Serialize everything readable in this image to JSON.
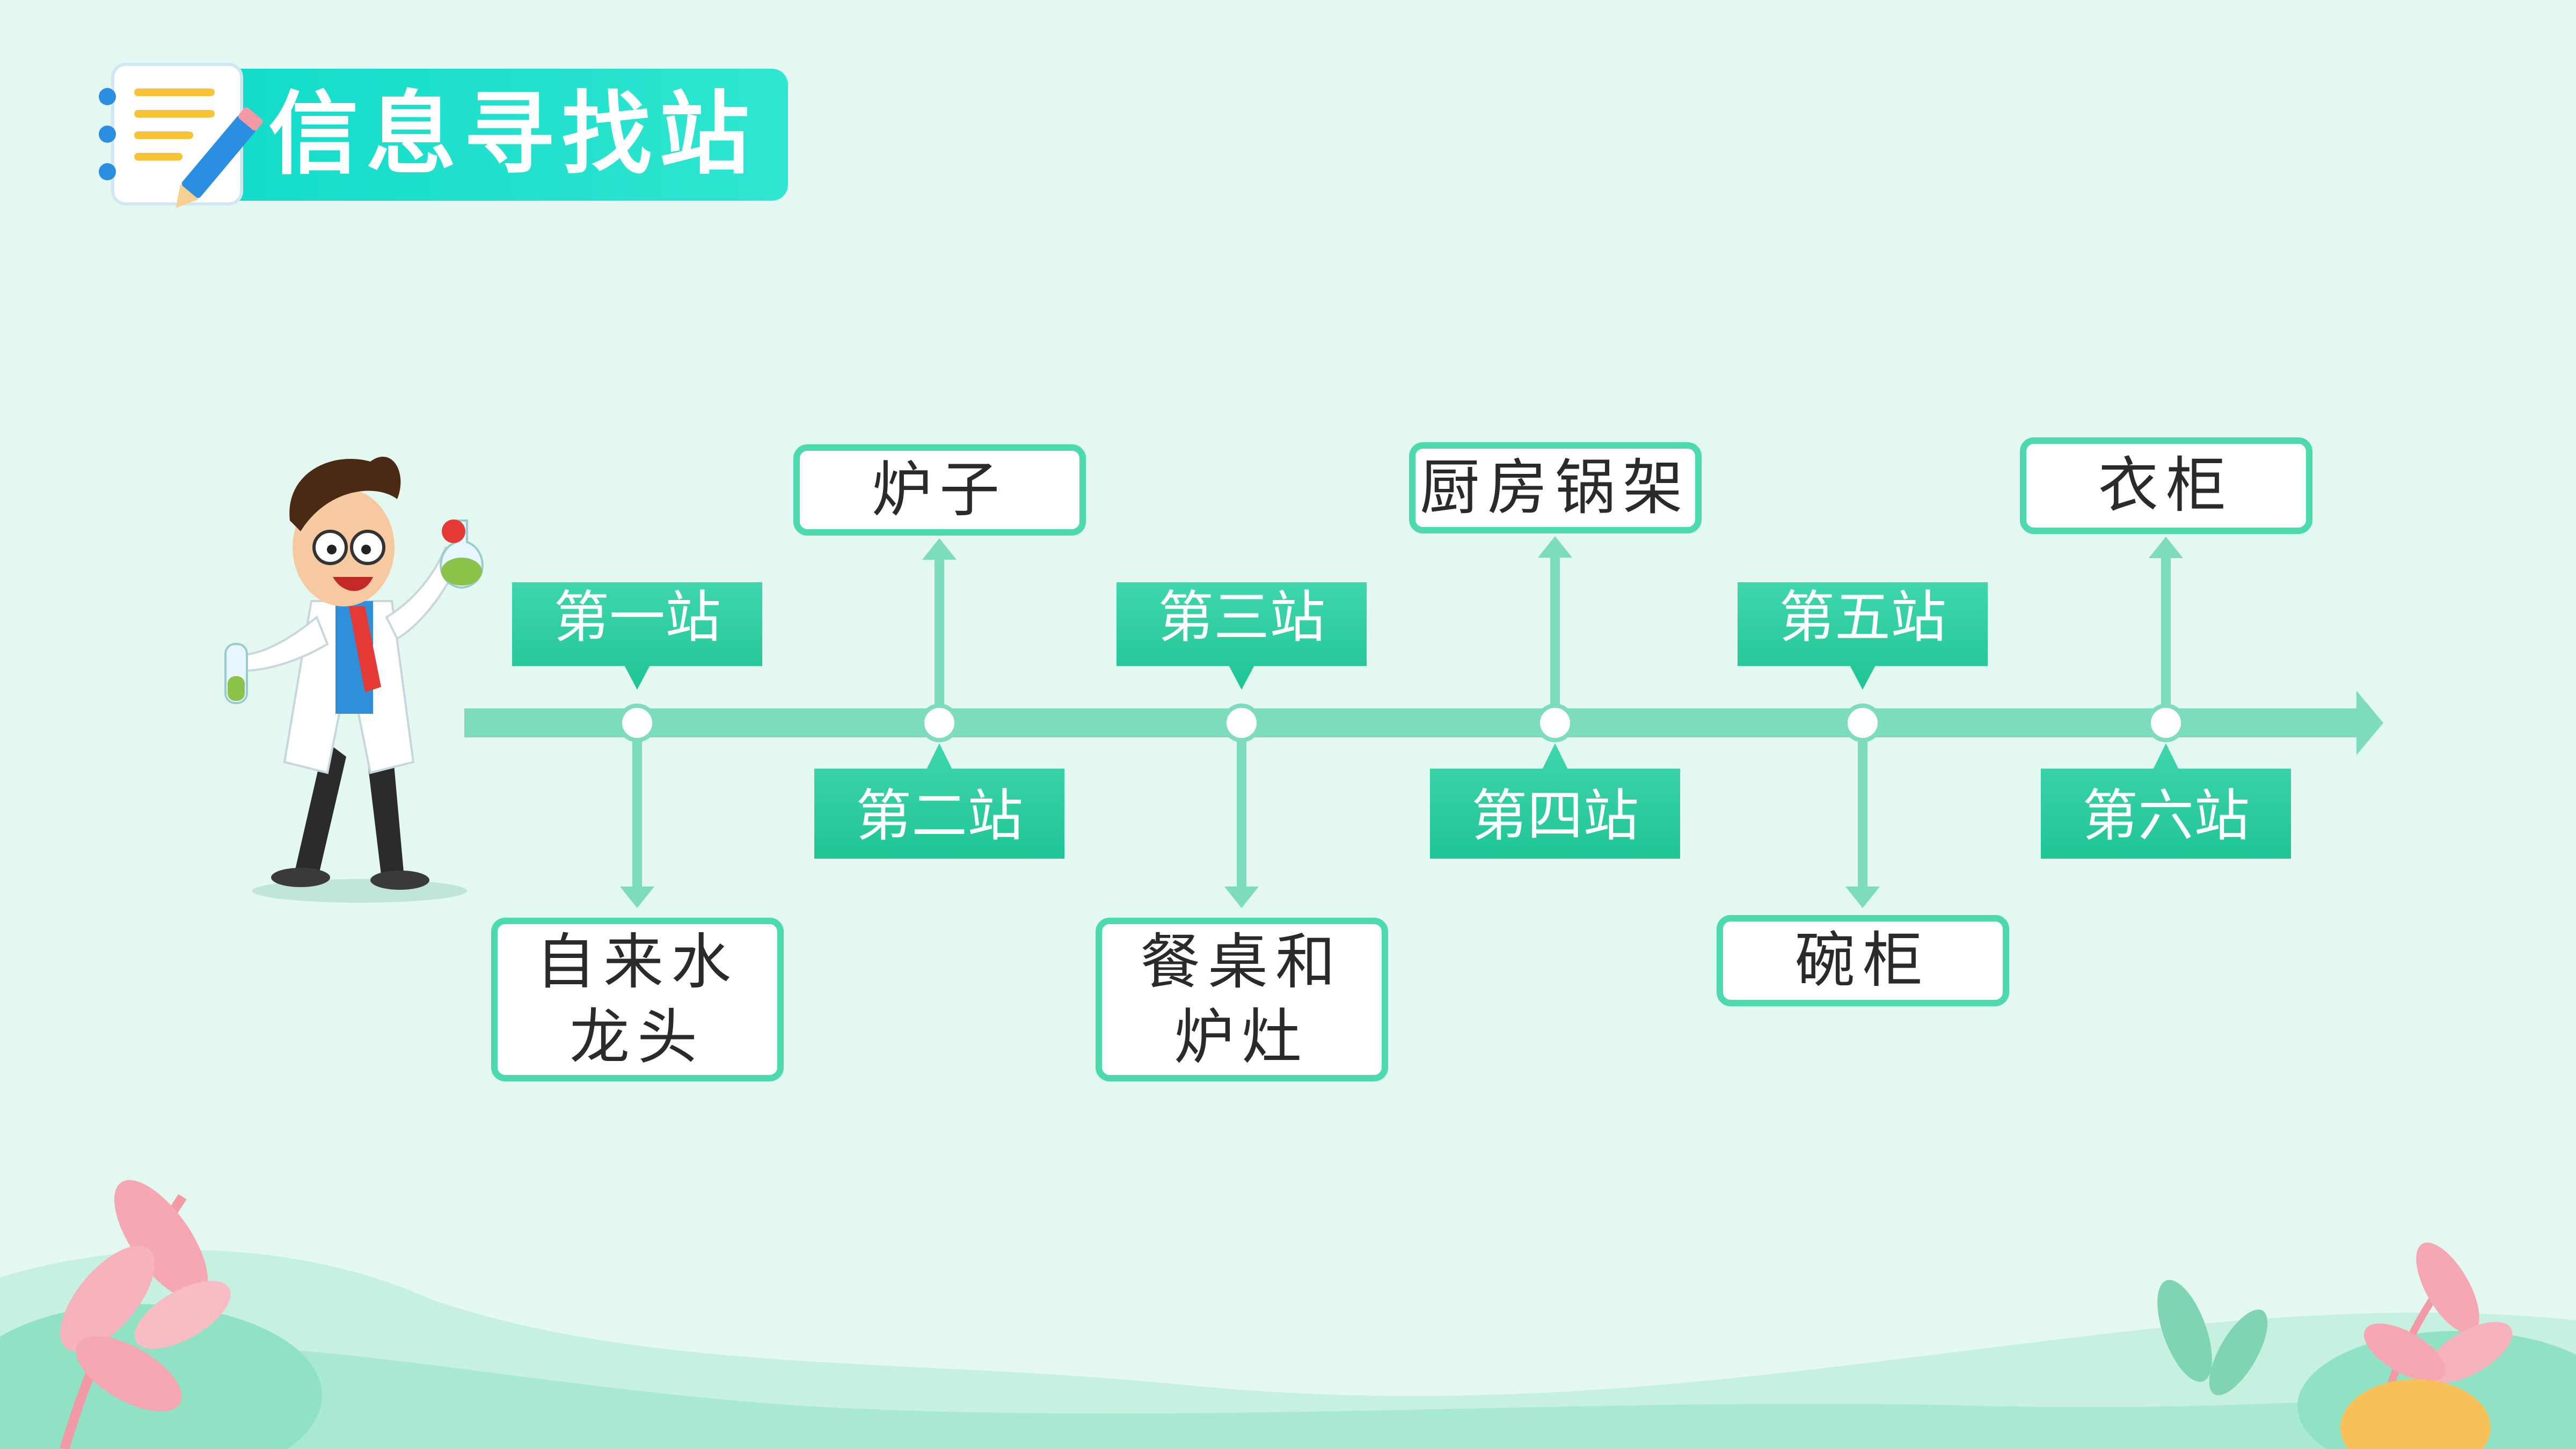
{
  "header": {
    "title": "信息寻找站",
    "icon": "notebook-pencil-icon"
  },
  "colors": {
    "background": "#e3f8f0",
    "title_bar": "#13dcc9",
    "timeline": "#7ddcba",
    "tag_top": "#3fd6ad",
    "tag_bottom": "#20c594",
    "box_border": "#4dd9ae"
  },
  "stations": [
    {
      "label": "第一站",
      "answer": "自来水\n龙头"
    },
    {
      "label": "第二站",
      "answer": "炉子"
    },
    {
      "label": "第三站",
      "answer": "餐桌和\n炉灶"
    },
    {
      "label": "第四站",
      "answer": "厨房锅架"
    },
    {
      "label": "第五站",
      "answer": "碗柜"
    },
    {
      "label": "第六站",
      "answer": "衣柜"
    }
  ],
  "illustrations": [
    "scientist-cartoon",
    "pink-leaf-decoration",
    "green-hills-decoration"
  ]
}
